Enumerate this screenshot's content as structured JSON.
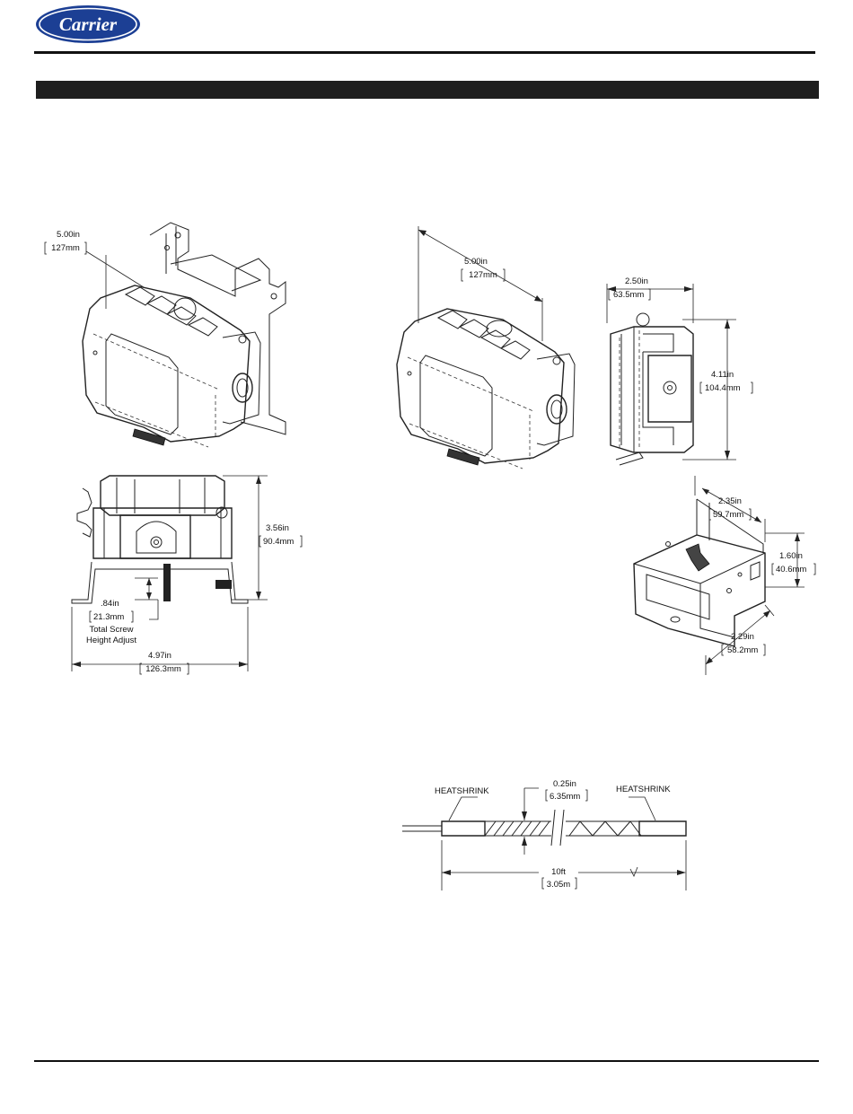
{
  "header": {
    "logo_text": "Carrier",
    "brand_color": "#1c3f94"
  },
  "drawings": {
    "enclosure_iso_left": {
      "width_in": "5.00in",
      "width_mm": "127mm"
    },
    "enclosure_front": {
      "height_in": "3.56in",
      "height_mm": "90.4mm",
      "screw_in": ".84in",
      "screw_mm": "21.3mm",
      "screw_note_line1": "Total Screw",
      "screw_note_line2": "Height Adjust",
      "width_in": "4.97in",
      "width_mm": "126.3mm"
    },
    "enclosure_iso_right": {
      "width_in": "5.00in",
      "width_mm": "127mm"
    },
    "enclosure_side": {
      "depth_in": "2.50in",
      "depth_mm": "63.5mm",
      "height_in": "4.11in",
      "height_mm": "104.4mm"
    },
    "bracket": {
      "width_in": "2.35in",
      "width_mm": "59.7mm",
      "height_in": "1.60in",
      "height_mm": "40.6mm",
      "depth_in": "2.29in",
      "depth_mm": "58.2mm"
    },
    "probe": {
      "left_label": "HEATSHRINK",
      "right_label": "HEATSHRINK",
      "dia_in": "0.25in",
      "dia_mm": "6.35mm",
      "length_ft": "10ft",
      "length_m": "3.05m"
    }
  }
}
